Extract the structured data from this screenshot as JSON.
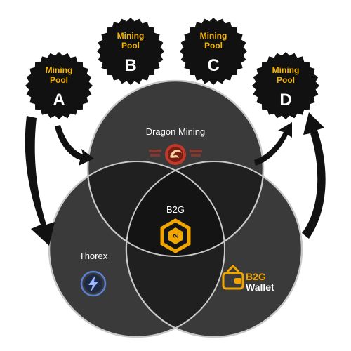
{
  "colors": {
    "background": "#ffffff",
    "seal_fill": "#111111",
    "pool_label": "#f5b400",
    "pool_letter": "#ffffff",
    "circle_fill": "#3a3a3a",
    "overlap_dark": "#1a1a1a",
    "outline": "#c8c8c8",
    "arrow": "#111111",
    "b2g_gold": "#f0a500",
    "thorex_blue": "#5a7fd0",
    "dragon_red": "#c0392b"
  },
  "pools": [
    {
      "label": "Mining\nPool",
      "letter": "A"
    },
    {
      "label": "Mining\nPool",
      "letter": "B"
    },
    {
      "label": "Mining\nPool",
      "letter": "C"
    },
    {
      "label": "Mining\nPool",
      "letter": "D"
    }
  ],
  "pool_label_line1": "Mining",
  "pool_label_line2": "Pool",
  "circles": {
    "dragon": {
      "title": "Dragon Mining",
      "icon": "dragon-logo-icon"
    },
    "center": {
      "title": "B2G",
      "icon": "b2g-hexagon-icon"
    },
    "thorex": {
      "title": "Thorex",
      "icon": "lightning-bolt-icon"
    },
    "wallet": {
      "line1": "B2G",
      "line2": "Wallet",
      "icon": "wallet-logo-icon"
    }
  }
}
